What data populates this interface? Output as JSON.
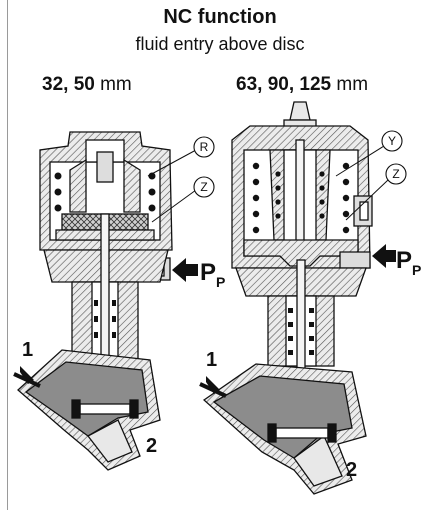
{
  "heading": {
    "title": "NC function",
    "subtitle": "fluid entry above disc"
  },
  "sizes": {
    "left": {
      "values": "32, 50",
      "unit": "mm"
    },
    "right": {
      "values": "63, 90, 125",
      "unit": "mm"
    }
  },
  "left_valve": {
    "callouts": [
      "R",
      "Z"
    ],
    "pilot_label": "P",
    "pilot_subscript": "P",
    "port_in": "1",
    "port_out": "2"
  },
  "right_valve": {
    "callouts": [
      "Y",
      "Z"
    ],
    "pilot_label": "P",
    "pilot_subscript": "P",
    "port_in": "1",
    "port_out": "2"
  },
  "colors": {
    "line": "#111111",
    "body_fill": "#e8e8e8",
    "fluid_fill": "#8c8c8c",
    "hatch": "#555555"
  }
}
